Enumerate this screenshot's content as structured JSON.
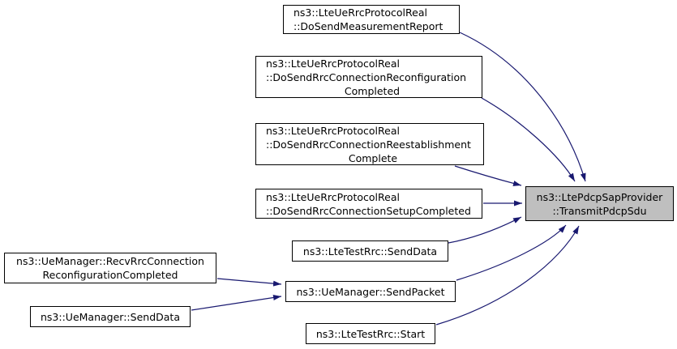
{
  "diagram": {
    "type": "call-graph",
    "description": "Doxygen caller graph for ns3::LtePdcpSapProvider::TransmitPdcpSdu",
    "colors": {
      "background": "#ffffff",
      "edge": "#191970",
      "node_fill": "#ffffff",
      "node_border": "#000000",
      "target_fill": "#bfbfbf",
      "text": "#000000"
    }
  },
  "nodes": {
    "measurementReport": {
      "lines": [
        "ns3::LteUeRrcProtocolReal",
        "::DoSendMeasurementReport"
      ]
    },
    "reconfCompleted": {
      "lines": [
        "ns3::LteUeRrcProtocolReal",
        "::DoSendRrcConnectionReconfiguration",
        "Completed"
      ]
    },
    "reestabComplete": {
      "lines": [
        "ns3::LteUeRrcProtocolReal",
        "::DoSendRrcConnectionReestablishment",
        "Complete"
      ]
    },
    "setupCompleted": {
      "lines": [
        "ns3::LteUeRrcProtocolReal",
        "::DoSendRrcConnectionSetupCompleted"
      ]
    },
    "testSendData": {
      "lines": [
        "ns3::LteTestRrc::SendData"
      ]
    },
    "recvReconf": {
      "lines": [
        "ns3::UeManager::RecvRrcConnection",
        "ReconfigurationCompleted"
      ]
    },
    "sendPacket": {
      "lines": [
        "ns3::UeManager::SendPacket"
      ]
    },
    "ueSendData": {
      "lines": [
        "ns3::UeManager::SendData"
      ]
    },
    "testStart": {
      "lines": [
        "ns3::LteTestRrc::Start"
      ]
    },
    "target": {
      "lines": [
        "ns3::LtePdcpSapProvider",
        "::TransmitPdcpSdu"
      ]
    }
  },
  "edges": [
    {
      "from": "ns3::LteUeRrcProtocolReal::DoSendMeasurementReport",
      "to": "ns3::LtePdcpSapProvider::TransmitPdcpSdu"
    },
    {
      "from": "ns3::LteUeRrcProtocolReal::DoSendRrcConnectionReconfigurationCompleted",
      "to": "ns3::LtePdcpSapProvider::TransmitPdcpSdu"
    },
    {
      "from": "ns3::LteUeRrcProtocolReal::DoSendRrcConnectionReestablishmentComplete",
      "to": "ns3::LtePdcpSapProvider::TransmitPdcpSdu"
    },
    {
      "from": "ns3::LteUeRrcProtocolReal::DoSendRrcConnectionSetupCompleted",
      "to": "ns3::LtePdcpSapProvider::TransmitPdcpSdu"
    },
    {
      "from": "ns3::LteTestRrc::SendData",
      "to": "ns3::LtePdcpSapProvider::TransmitPdcpSdu"
    },
    {
      "from": "ns3::UeManager::RecvRrcConnectionReconfigurationCompleted",
      "to": "ns3::UeManager::SendPacket"
    },
    {
      "from": "ns3::UeManager::SendData",
      "to": "ns3::UeManager::SendPacket"
    },
    {
      "from": "ns3::UeManager::SendPacket",
      "to": "ns3::LtePdcpSapProvider::TransmitPdcpSdu"
    },
    {
      "from": "ns3::LteTestRrc::Start",
      "to": "ns3::LtePdcpSapProvider::TransmitPdcpSdu"
    }
  ]
}
